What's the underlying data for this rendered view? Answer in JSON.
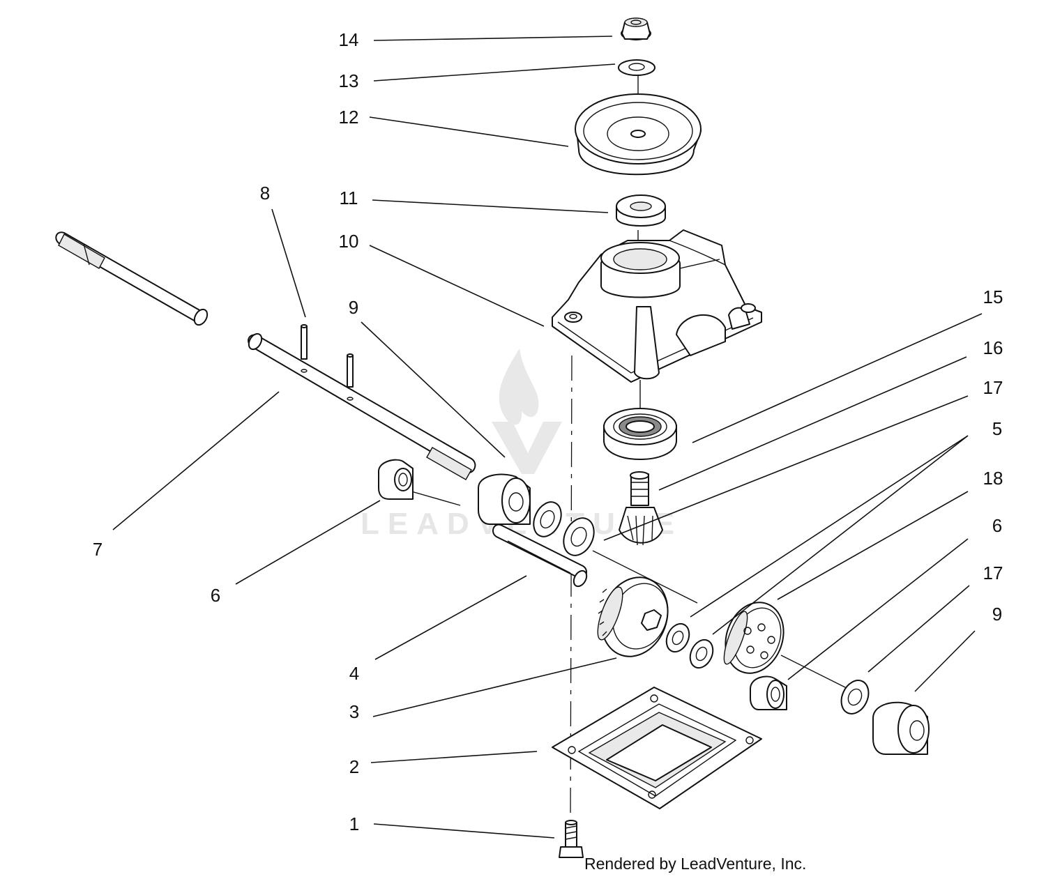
{
  "diagram": {
    "callouts": {
      "c1": "1",
      "c2": "2",
      "c3": "3",
      "c4": "4",
      "c5": "5",
      "c6a": "6",
      "c6b": "6",
      "c7": "7",
      "c8": "8",
      "c9a": "9",
      "c9b": "9",
      "c10": "10",
      "c11": "11",
      "c12": "12",
      "c13": "13",
      "c14": "14",
      "c15": "15",
      "c16": "16",
      "c17a": "17",
      "c17b": "17",
      "c18": "18"
    },
    "watermark": "LEADVENTURE",
    "credit": "Rendered by LeadVenture, Inc."
  }
}
